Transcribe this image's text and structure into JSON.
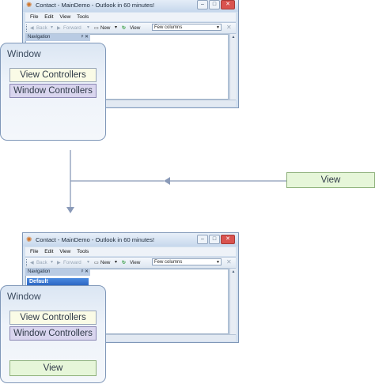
{
  "app_window": {
    "title": "Contact - MainDemo - Outlook in 60 minutes!",
    "menu": [
      "File",
      "Edit",
      "View",
      "Tools"
    ],
    "toolbar": {
      "back": "Back",
      "forward": "Forward",
      "new": "New",
      "view": "View",
      "columns_value": "Few columns"
    },
    "navigation_header": "Navigation",
    "navigation_default_group": "Default"
  },
  "window_panel": {
    "label": "Window",
    "view_controllers": "View Controllers",
    "window_controllers": "Window Controllers",
    "view": "View"
  },
  "flow": {
    "source_view": "View"
  },
  "colors": {
    "view_box_fill": "#e6f6d9",
    "view_controllers_fill": "#fafbe6",
    "window_controllers_fill": "#d9d5ee",
    "arrow_color": "#8a9ab8"
  }
}
